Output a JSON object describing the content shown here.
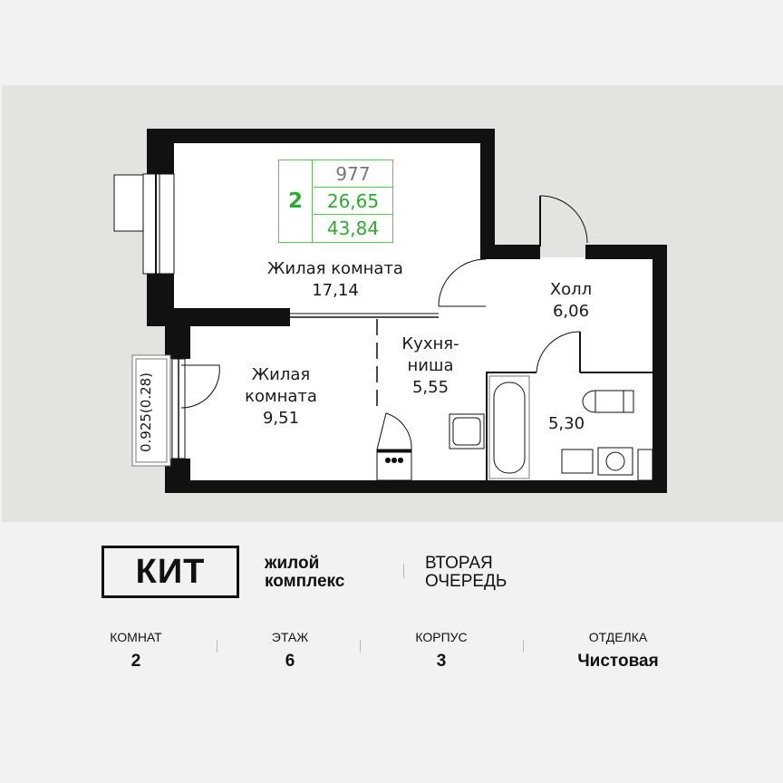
{
  "plan": {
    "info_box": {
      "rooms": "2",
      "number": "977",
      "living_area": "26,65",
      "total_area": "43,84"
    },
    "rooms": [
      {
        "name": "Жилая комната",
        "area": "17,14"
      },
      {
        "name_line1": "Жилая",
        "name_line2": "комната",
        "area": "9,51"
      },
      {
        "name_line1": "Кухня-",
        "name_line2": "ниша",
        "area": "5,55"
      },
      {
        "name": "Холл",
        "area": "6,06"
      },
      {
        "name": "",
        "area": "5,30"
      }
    ],
    "balcony_label": "0.925(0.28)"
  },
  "brand": {
    "logo": "КИТ",
    "subtitle_line1": "жилой",
    "subtitle_line2": "комплекс",
    "queue_line1": "ВТОРАЯ",
    "queue_line2": "ОЧЕРЕДЬ"
  },
  "stats": [
    {
      "label": "КОМНАТ",
      "value": "2"
    },
    {
      "label": "ЭТАЖ",
      "value": "6"
    },
    {
      "label": "КОРПУС",
      "value": "3"
    },
    {
      "label": "ОТДЕЛКА",
      "value": "Чистовая"
    }
  ],
  "colors": {
    "accent_green": "#2eaa2e",
    "wall": "#111111",
    "panel_bg": "#e3e3e1",
    "page_bg": "#f2f2f2"
  }
}
